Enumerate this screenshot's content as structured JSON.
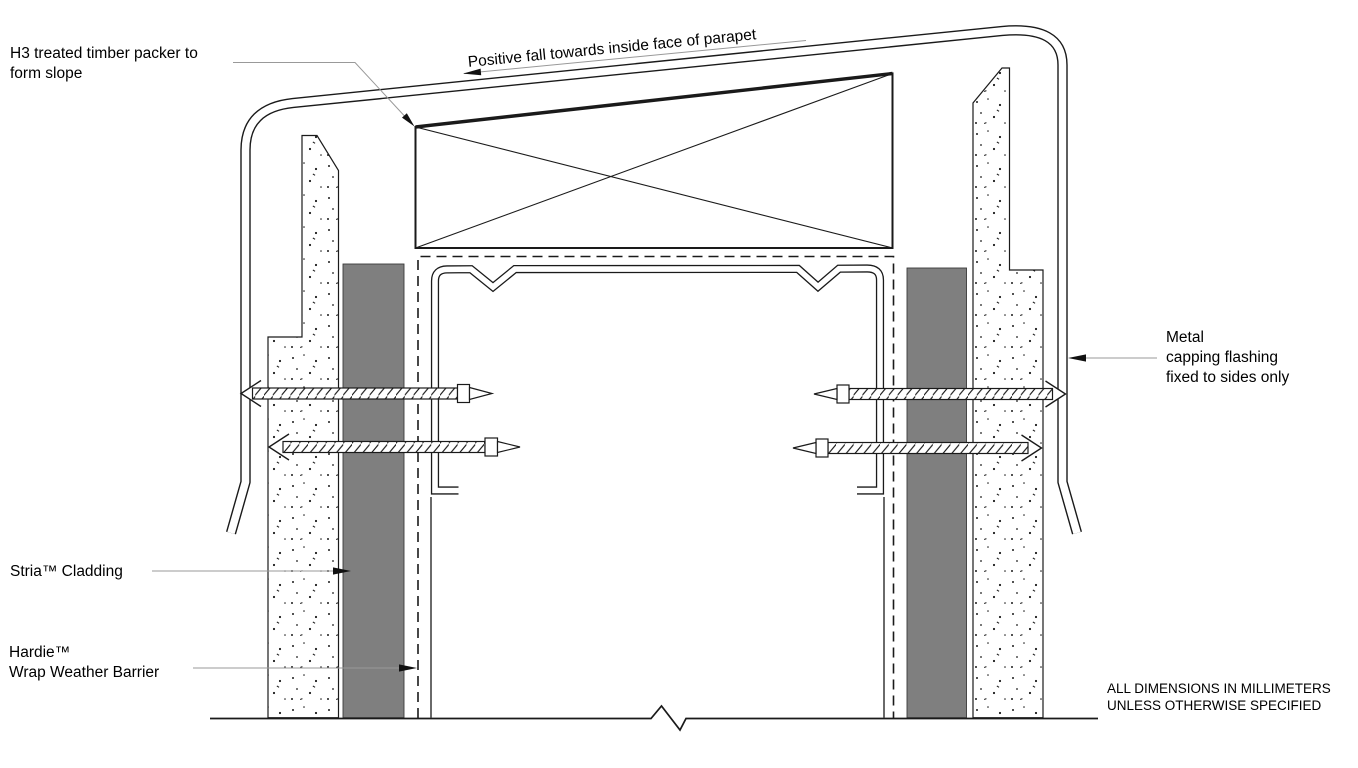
{
  "labels": {
    "timber_packer": "H3 treated timber packer to\nform slope",
    "positive_fall": "Positive fall towards inside face of parapet",
    "stria_cladding": "Stria™ Cladding",
    "hardie_wrap": "Hardie™\nWrap Weather Barrier",
    "metal_capping": "Metal\ncapping flashing\nfixed to sides only",
    "dimensions_note": "ALL DIMENSIONS IN MILLIMETERS\nUNLESS OTHERWISE SPECIFIED"
  },
  "colors": {
    "line": "#1a1a1a",
    "cladding_gray": "#7f7f7f",
    "leader_line": "#999999",
    "background": "#ffffff"
  }
}
